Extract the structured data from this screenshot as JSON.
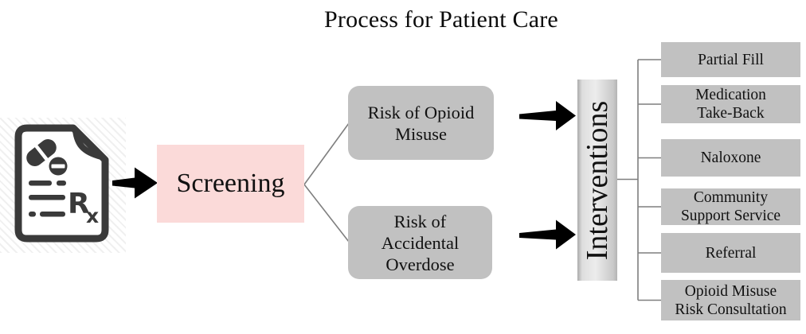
{
  "title": "Process for Patient Care",
  "colors": {
    "node_gray": "#c1c1c1",
    "screening_pink": "#fbdad9",
    "connector_gray": "#7f7f7f",
    "arrow_black": "#000000",
    "icon_dark": "#3a3a3a"
  },
  "prescription_icon": {
    "rx_r": "R",
    "rx_x": "x"
  },
  "screening": {
    "label": "Screening"
  },
  "risks": [
    {
      "label": "Risk of Opioid\nMisuse"
    },
    {
      "label": "Risk of\nAccidental\nOverdose"
    }
  ],
  "interventions": {
    "label": "Interventions",
    "items": [
      {
        "label": "Partial Fill"
      },
      {
        "label": "Medication\nTake-Back"
      },
      {
        "label": "Naloxone"
      },
      {
        "label": "Community\nSupport Service"
      },
      {
        "label": "Referral"
      },
      {
        "label": "Opioid Misuse\nRisk Consultation"
      }
    ]
  }
}
